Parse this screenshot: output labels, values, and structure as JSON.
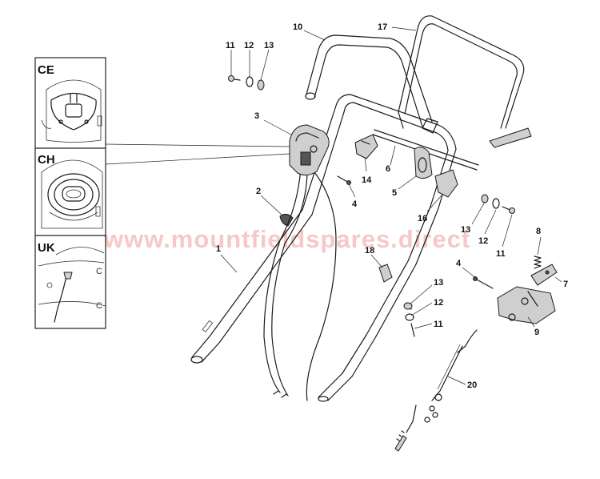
{
  "watermark": "www.mountfieldspares.direct",
  "insets": [
    {
      "id": "ce",
      "label": "CE"
    },
    {
      "id": "ch",
      "label": "CH"
    },
    {
      "id": "uk",
      "label": "UK"
    }
  ],
  "callouts": {
    "c1": "1",
    "c2": "2",
    "c3": "3",
    "c4a": "4",
    "c4b": "4",
    "c5": "5",
    "c6": "6",
    "c7": "7",
    "c8": "8",
    "c9": "9",
    "c10": "10",
    "c11a": "11",
    "c11b": "11",
    "c11c": "11",
    "c12a": "12",
    "c12b": "12",
    "c12c": "12",
    "c13a": "13",
    "c13b": "13",
    "c13c": "13",
    "c14": "14",
    "c16": "16",
    "c17": "17",
    "c18": "18",
    "c20": "20"
  }
}
